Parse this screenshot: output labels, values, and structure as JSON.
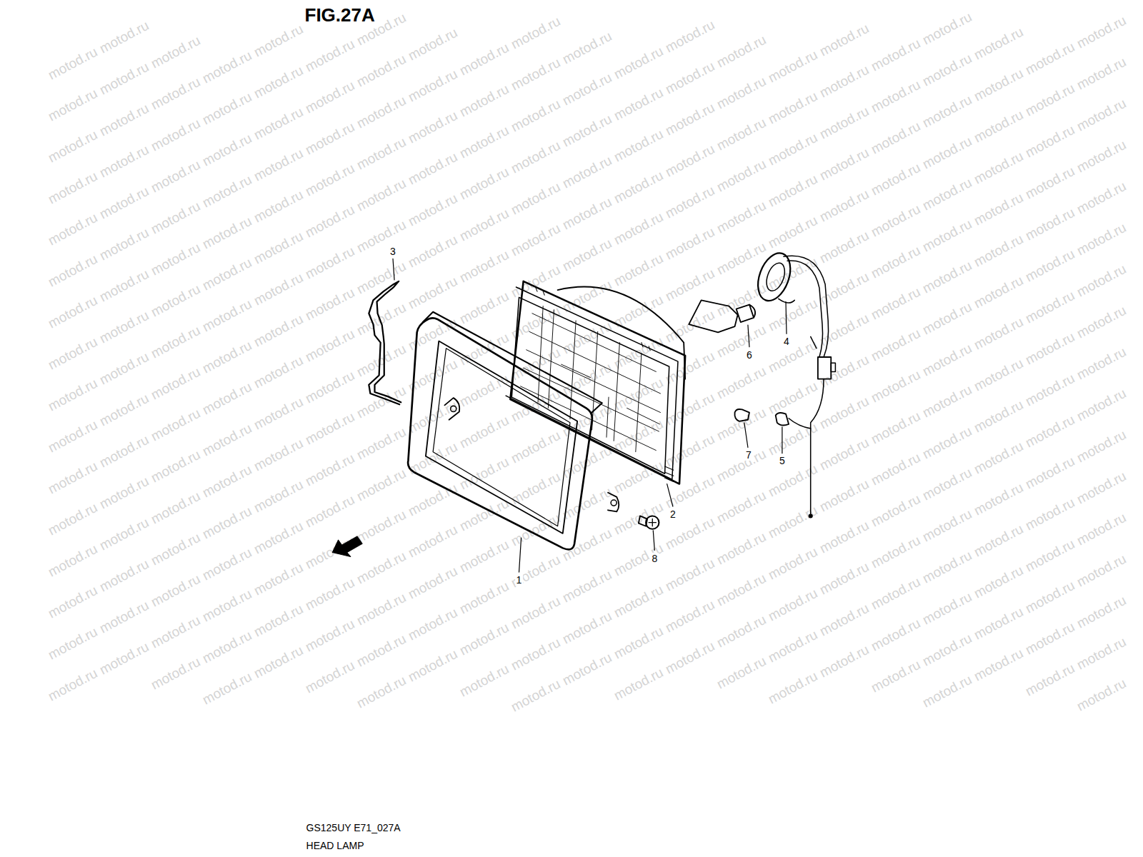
{
  "diagram": {
    "title": "FIG.27A",
    "labels": [
      "3",
      "6",
      "4",
      "7",
      "5",
      "2",
      "8",
      "1",
      "GS125UY E71_027A",
      "HEAD LAMP",
      "motod.ru",
      "motod.ru",
      "motod.ru",
      "motod.ru",
      "motod.ru",
      "motod.ru",
      "motod.ru",
      "motod.ru",
      "motod.ru",
      "motod.ru",
      "motod.ru",
      "motod.ru",
      "motod.ru",
      "motod.ru",
      "motod.ru",
      "motod.ru",
      "motod.ru",
      "motod.ru",
      "motod.ru",
      "motod.ru",
      "motod.ru",
      "motod.ru",
      "motod.ru",
      "motod.ru",
      "motod.ru",
      "motod.ru",
      "motod.ru",
      "motod.ru",
      "motod.ru",
      "motod.ru",
      "motod.ru",
      "motod.ru",
      "motod.ru",
      "motod.ru",
      "motod.ru",
      "motod.ru",
      "motod.ru",
      "motod.ru",
      "motod.ru",
      "motod.ru",
      "motod.ru",
      "motod.ru",
      "motod.ru",
      "motod.ru",
      "motod.ru",
      "motod.ru",
      "motod.ru",
      "motod.ru",
      "motod.ru",
      "motod.ru",
      "motod.ru",
      "motod.ru",
      "motod.ru",
      "motod.ru",
      "motod.ru",
      "motod.ru",
      "motod.ru",
      "motod.ru",
      "motod.ru",
      "motod.ru",
      "motod.ru",
      "motod.ru",
      "motod.ru",
      "motod.ru",
      "motod.ru",
      "motod.ru",
      "motod.ru",
      "motod.ru",
      "motod.ru",
      "motod.ru",
      "motod.ru",
      "motod.ru",
      "motod.ru",
      "motod.ru",
      "motod.ru",
      "motod.ru",
      "motod.ru",
      "motod.ru",
      "motod.ru",
      "motod.ru",
      "motod.ru",
      "motod.ru",
      "motod.ru",
      "motod.ru",
      "motod.ru",
      "motod.ru",
      "motod.ru",
      "motod.ru",
      "motod.ru",
      "motod.ru",
      "motod.ru",
      "motod.ru",
      "motod.ru",
      "motod.ru",
      "motod.ru",
      "motod.ru",
      "motod.ru",
      "motod.ru",
      "motod.ru",
      "motod.ru",
      "motod.ru",
      "motod.ru",
      "motod.ru",
      "motod.ru",
      "motod.ru",
      "motod.ru",
      "motod.ru",
      "motod.ru",
      "motod.ru",
      "motod.ru",
      "motod.ru",
      "motod.ru",
      "motod.ru",
      "motod.ru",
      "motod.ru",
      "motod.ru",
      "motod.ru",
      "motod.ru",
      "motod.ru",
      "motod.ru",
      "motod.ru",
      "motod.ru",
      "motod.ru",
      "motod.ru",
      "motod.ru",
      "motod.ru",
      "motod.ru",
      "motod.ru",
      "motod.ru",
      "motod.ru",
      "motod.ru",
      "motod.ru",
      "motod.ru",
      "motod.ru",
      "motod.ru",
      "motod.ru",
      "motod.ru",
      "motod.ru",
      "motod.ru",
      "motod.ru",
      "motod.ru",
      "motod.ru",
      "motod.ru",
      "motod.ru",
      "motod.ru",
      "motod.ru",
      "motod.ru",
      "motod.ru",
      "motod.ru",
      "motod.ru",
      "motod.ru",
      "motod.ru",
      "motod.ru",
      "motod.ru",
      "motod.ru",
      "motod.ru",
      "motod.ru",
      "motod.ru",
      "motod.ru",
      "motod.ru",
      "motod.ru",
      "motod.ru",
      "motod.ru",
      "motod.ru",
      "motod.ru",
      "motod.ru",
      "motod.ru",
      "motod.ru",
      "motod.ru",
      "motod.ru",
      "motod.ru",
      "motod.ru",
      "motod.ru",
      "motod.ru",
      "motod.ru",
      "motod.ru",
      "motod.ru",
      "motod.ru",
      "motod.ru",
      "motod.ru",
      "motod.ru",
      "motod.ru",
      "motod.ru",
      "motod.ru",
      "motod.ru",
      "motod.ru",
      "motod.ru",
      "motod.ru",
      "motod.ru",
      "motod.ru",
      "motod.ru",
      "motod.ru",
      "motod.ru",
      "motod.ru",
      "motod.ru",
      "motod.ru",
      "motod.ru",
      "motod.ru",
      "motod.ru",
      "motod.ru",
      "motod.ru",
      "motod.ru",
      "motod.ru",
      "motod.ru",
      "motod.ru",
      "motod.ru",
      "motod.ru",
      "motod.ru",
      "motod.ru",
      "motod.ru",
      "motod.ru",
      "motod.ru",
      "motod.ru",
      "motod.ru",
      "motod.ru",
      "motod.ru",
      "motod.ru",
      "motod.ru",
      "motod.ru",
      "motod.ru",
      "motod.ru",
      "motod.ru",
      "motod.ru",
      "motod.ru",
      "motod.ru",
      "motod.ru",
      "motod.ru",
      "motod.ru",
      "motod.ru",
      "motod.ru",
      "motod.ru",
      "motod.ru",
      "motod.ru",
      "motod.ru",
      "motod.ru",
      "motod.ru",
      "motod.ru",
      "motod.ru",
      "motod.ru",
      "motod.ru",
      "motod.ru",
      "motod.ru",
      "motod.ru",
      "motod.ru",
      "motod.ru",
      "motod.ru",
      "motod.ru",
      "motod.ru",
      "motod.ru",
      "motod.ru",
      "motod.ru",
      "motod.ru",
      "motod.ru",
      "motod.ru",
      "motod.ru",
      "motod.ru",
      "motod.ru",
      "motod.ru",
      "motod.ru",
      "motod.ru",
      "motod.ru",
      "motod.ru",
      "motod.ru",
      "motod.ru",
      "motod.ru",
      "motod.ru",
      "motod.ru",
      "motod.ru",
      "motod.ru",
      "motod.ru",
      "motod.ru",
      "motod.ru",
      "motod.ru",
      "motod.ru",
      "motod.ru",
      "motod.ru",
      "motod.ru",
      "motod.ru",
      "motod.ru",
      "motod.ru",
      "motod.ru",
      "motod.ru",
      "motod.ru",
      "motod.ru",
      "motod.ru",
      "motod.ru",
      "motod.ru",
      "motod.ru",
      "motod.ru",
      "motod.ru",
      "motod.ru",
      "motod.ru",
      "motod.ru",
      "motod.ru",
      "motod.ru",
      "motod.ru",
      "motod.ru",
      "motod.ru",
      "motod.ru",
      "motod.ru",
      "motod.ru",
      "motod.ru",
      "motod.ru",
      "motod.ru",
      "motod.ru",
      "motod.ru",
      "motod.ru",
      "motod.ru",
      "motod.ru",
      "motod.ru",
      "motod.ru",
      "motod.ru",
      "motod.ru",
      "motod.ru",
      "motod.ru",
      "motod.ru",
      "motod.ru",
      "motod.ru",
      "motod.ru",
      "motod.ru",
      "motod.ru",
      "motod.ru",
      "motod.ru",
      "motod.ru",
      "motod.ru",
      "motod.ru",
      "motod.ru",
      "motod.ru",
      "motod.ru",
      "motod.ru",
      "motod.ru",
      "motod.ru",
      "motod.ru",
      "motod.ru",
      "motod.ru",
      "motod.ru",
      "motod.ru",
      "motod.ru",
      "motod.ru",
      "motod.ru"
    ]
  }
}
